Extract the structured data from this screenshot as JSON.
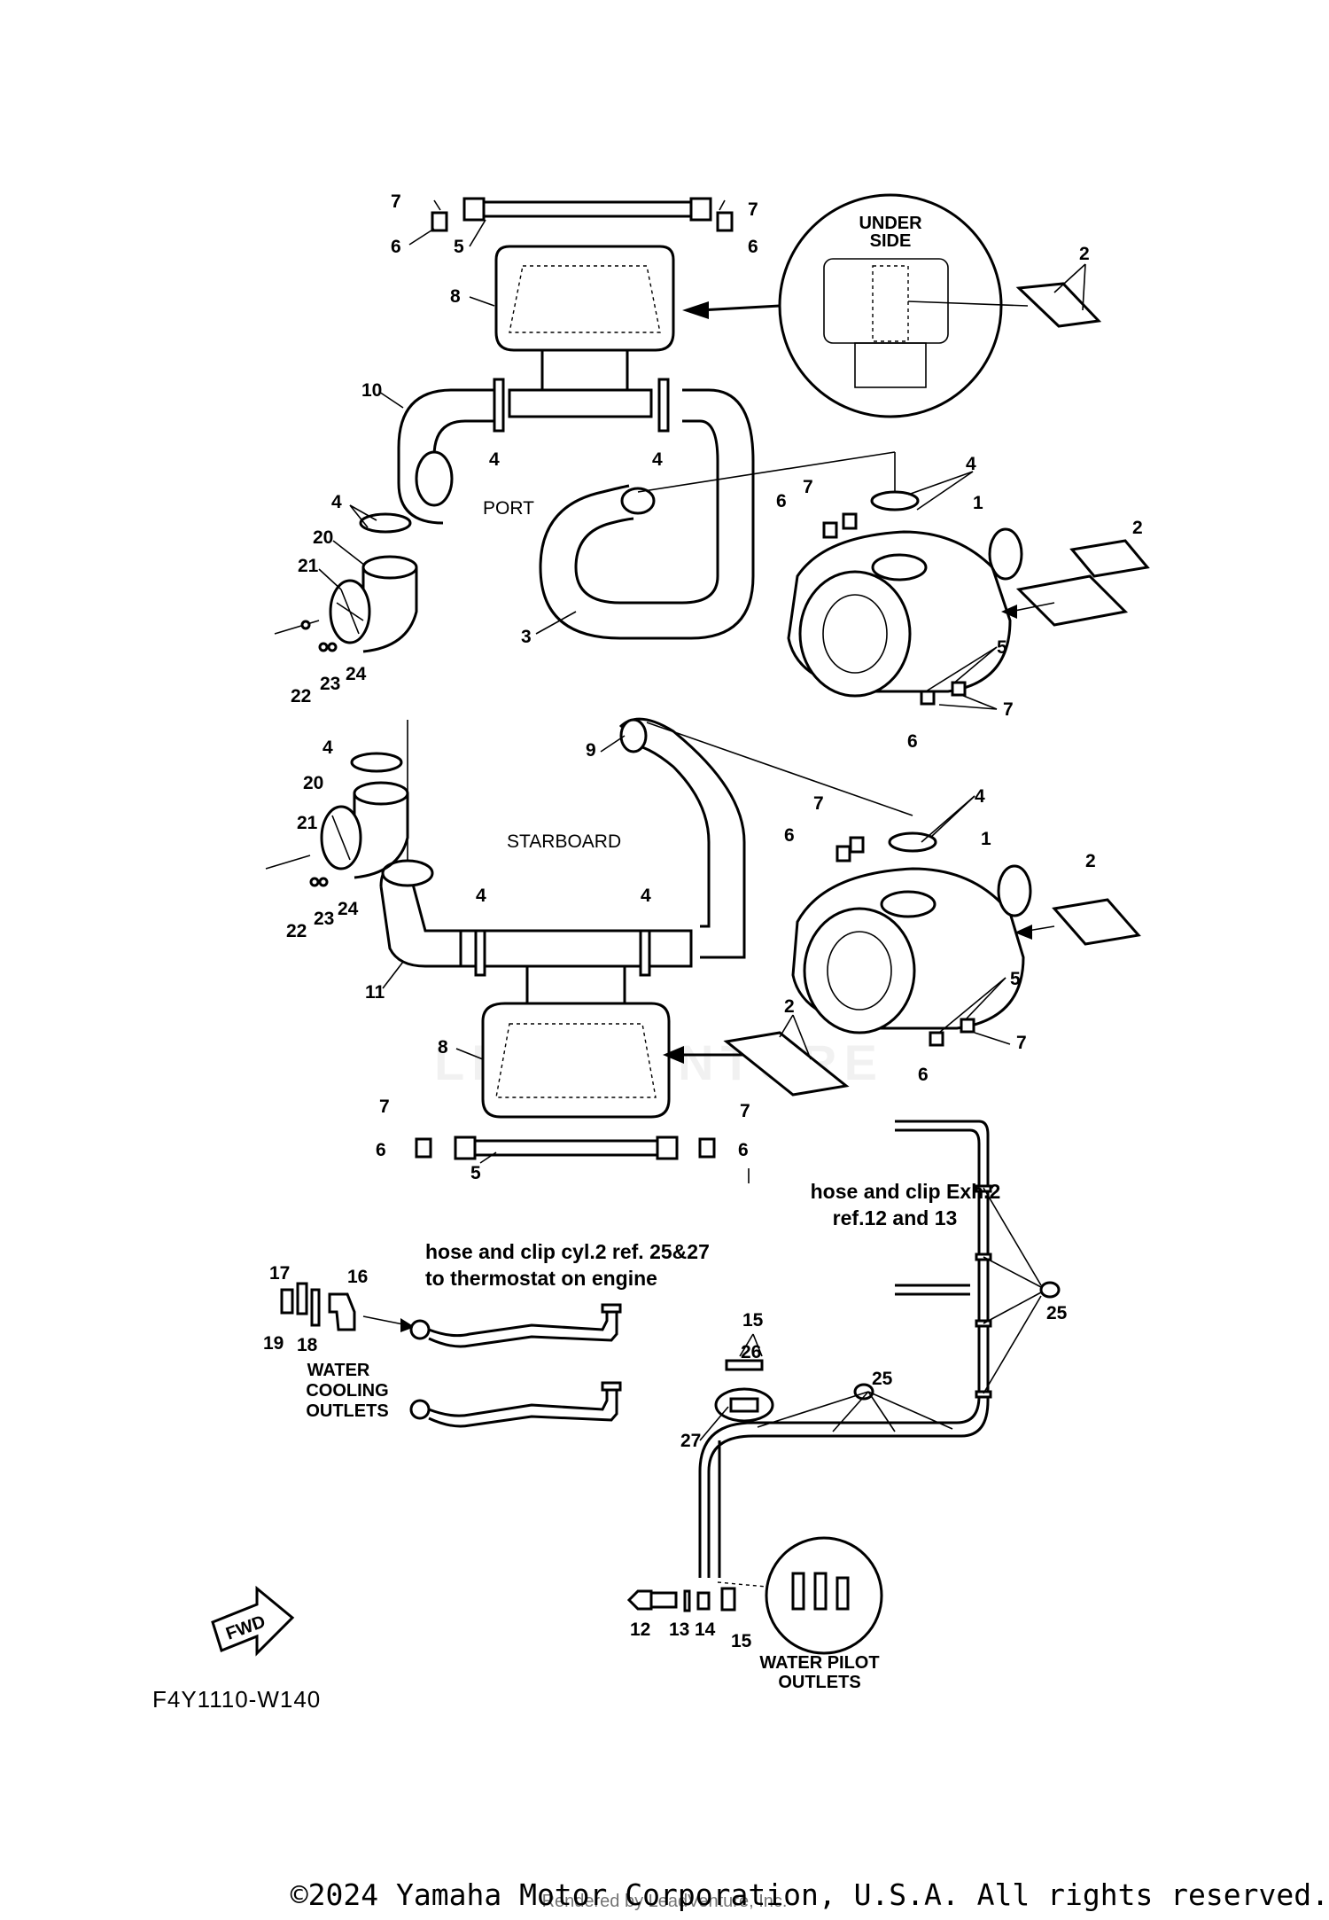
{
  "diagram": {
    "labels": {
      "under_side_line1": "UNDER",
      "under_side_line2": "SIDE",
      "port": "PORT",
      "starboard": "STARBOARD",
      "hose_exh_line1": "hose and clip Exh.2",
      "hose_exh_line2": "ref.12 and 13",
      "hose_cyl_line1": "hose and clip cyl.2 ref. 25&27",
      "hose_cyl_line2": "to thermostat on engine",
      "water_cooling_line1": "WATER",
      "water_cooling_line2": "COOLING",
      "water_cooling_line3": "OUTLETS",
      "water_pilot_line1": "WATER PILOT",
      "water_pilot_line2": "OUTLETS",
      "fwd": "FWD",
      "diagram_code": "F4Y1110-W140",
      "watermark": "LEADVENTURE"
    },
    "callouts": [
      "1",
      "2",
      "3",
      "4",
      "5",
      "6",
      "7",
      "8",
      "9",
      "10",
      "11",
      "12",
      "13",
      "14",
      "15",
      "16",
      "17",
      "18",
      "19",
      "20",
      "21",
      "22",
      "23",
      "24",
      "25",
      "26",
      "27"
    ]
  },
  "footer": {
    "copyright": "©2024 Yamaha Motor Corporation, U.S.A. All rights reserved.",
    "rendered_by": "Rendered by LeadVenture, Inc."
  }
}
